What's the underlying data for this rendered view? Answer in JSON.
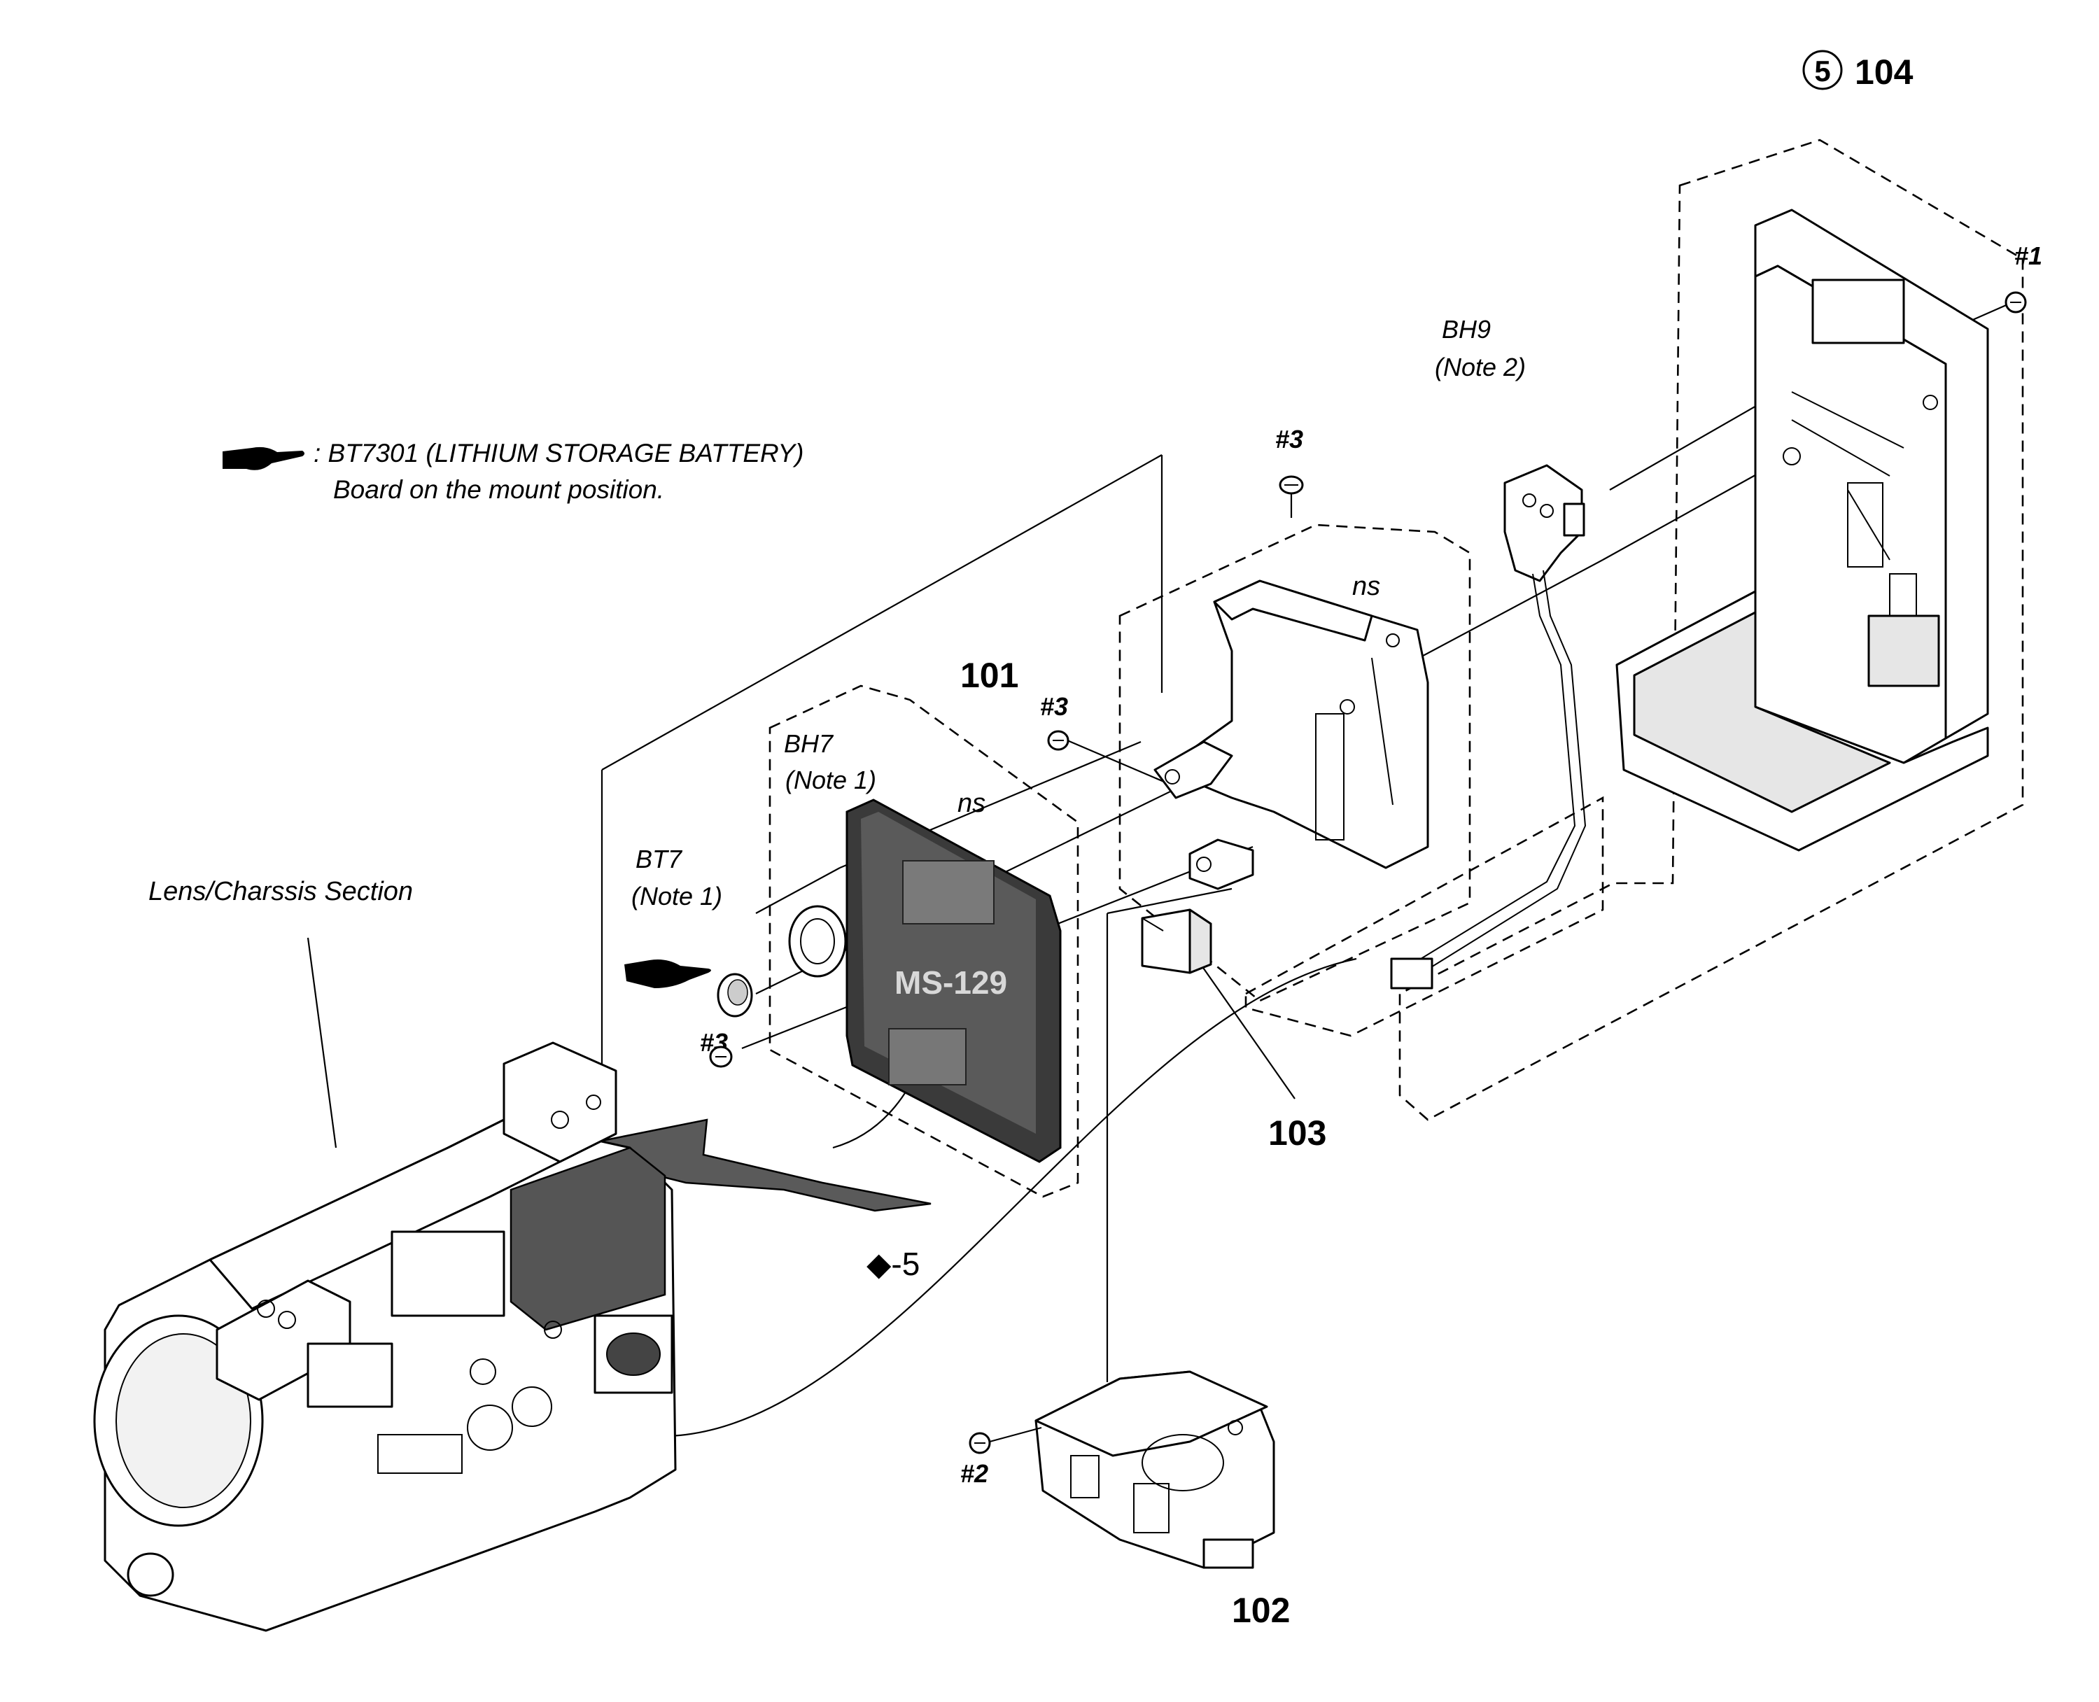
{
  "legend": {
    "line1": ": BT7301 (LITHIUM STORAGE BATTERY)",
    "line2": "Board on the mount position."
  },
  "labels": {
    "part_101": "101",
    "part_102": "102",
    "part_103": "103",
    "part_104": "104",
    "circled_ref": "5",
    "bh9": "BH9",
    "bh9_note": "(Note 2)",
    "bh7": "BH7",
    "bh7_note": "(Note 1)",
    "bt7": "BT7",
    "bt7_note": "(Note 1)",
    "ns_frame": "ns",
    "ns_board": "ns",
    "lens_section": "Lens/Charssis Section",
    "connector_ref": "◆-5",
    "screw_1": "#1",
    "screw_2": "#2",
    "screw_3_top": "#3",
    "screw_3_mid": "#3",
    "screw_3_low": "#3",
    "board_marking": "MS-129"
  },
  "icons": [
    "pointing-hand-icon",
    "lithium-battery-icon",
    "screw-icon"
  ]
}
